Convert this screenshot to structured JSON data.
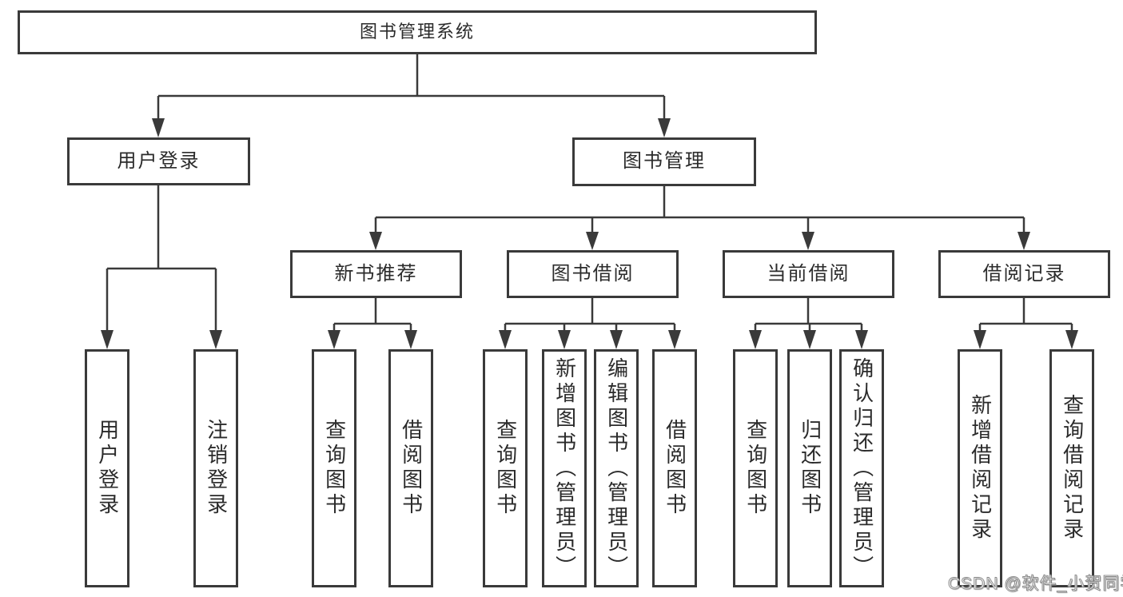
{
  "diagram": {
    "title": "图书管理系统",
    "root": {
      "label": "图书管理系统",
      "children": [
        {
          "label": "用户登录",
          "children": [
            {
              "label": "用户登录"
            },
            {
              "label": "注销登录"
            }
          ]
        },
        {
          "label": "图书管理",
          "children": [
            {
              "label": "新书推荐",
              "children": [
                {
                  "label": "查询图书"
                },
                {
                  "label": "借阅图书"
                }
              ]
            },
            {
              "label": "图书借阅",
              "children": [
                {
                  "label": "查询图书"
                },
                {
                  "label": "新增图书（管理员）"
                },
                {
                  "label": "编辑图书（管理员）"
                },
                {
                  "label": "借阅图书"
                }
              ]
            },
            {
              "label": "当前借阅",
              "children": [
                {
                  "label": "查询图书"
                },
                {
                  "label": "归还图书"
                },
                {
                  "label": "确认归还（管理员）"
                }
              ]
            },
            {
              "label": "借阅记录",
              "children": [
                {
                  "label": "新增借阅记录"
                },
                {
                  "label": "查询借阅记录"
                }
              ]
            }
          ]
        }
      ]
    }
  },
  "watermark": {
    "text": "CSDN @软件_小贺同学"
  },
  "colors": {
    "line": "#3a3a3a",
    "box_border": "#3a3a3a",
    "box_background": "#ffffff",
    "text": "#2b2b2b",
    "page_background": "#ffffff",
    "watermark_fill": "#ffffff",
    "watermark_outline": "#8a8a8a"
  }
}
